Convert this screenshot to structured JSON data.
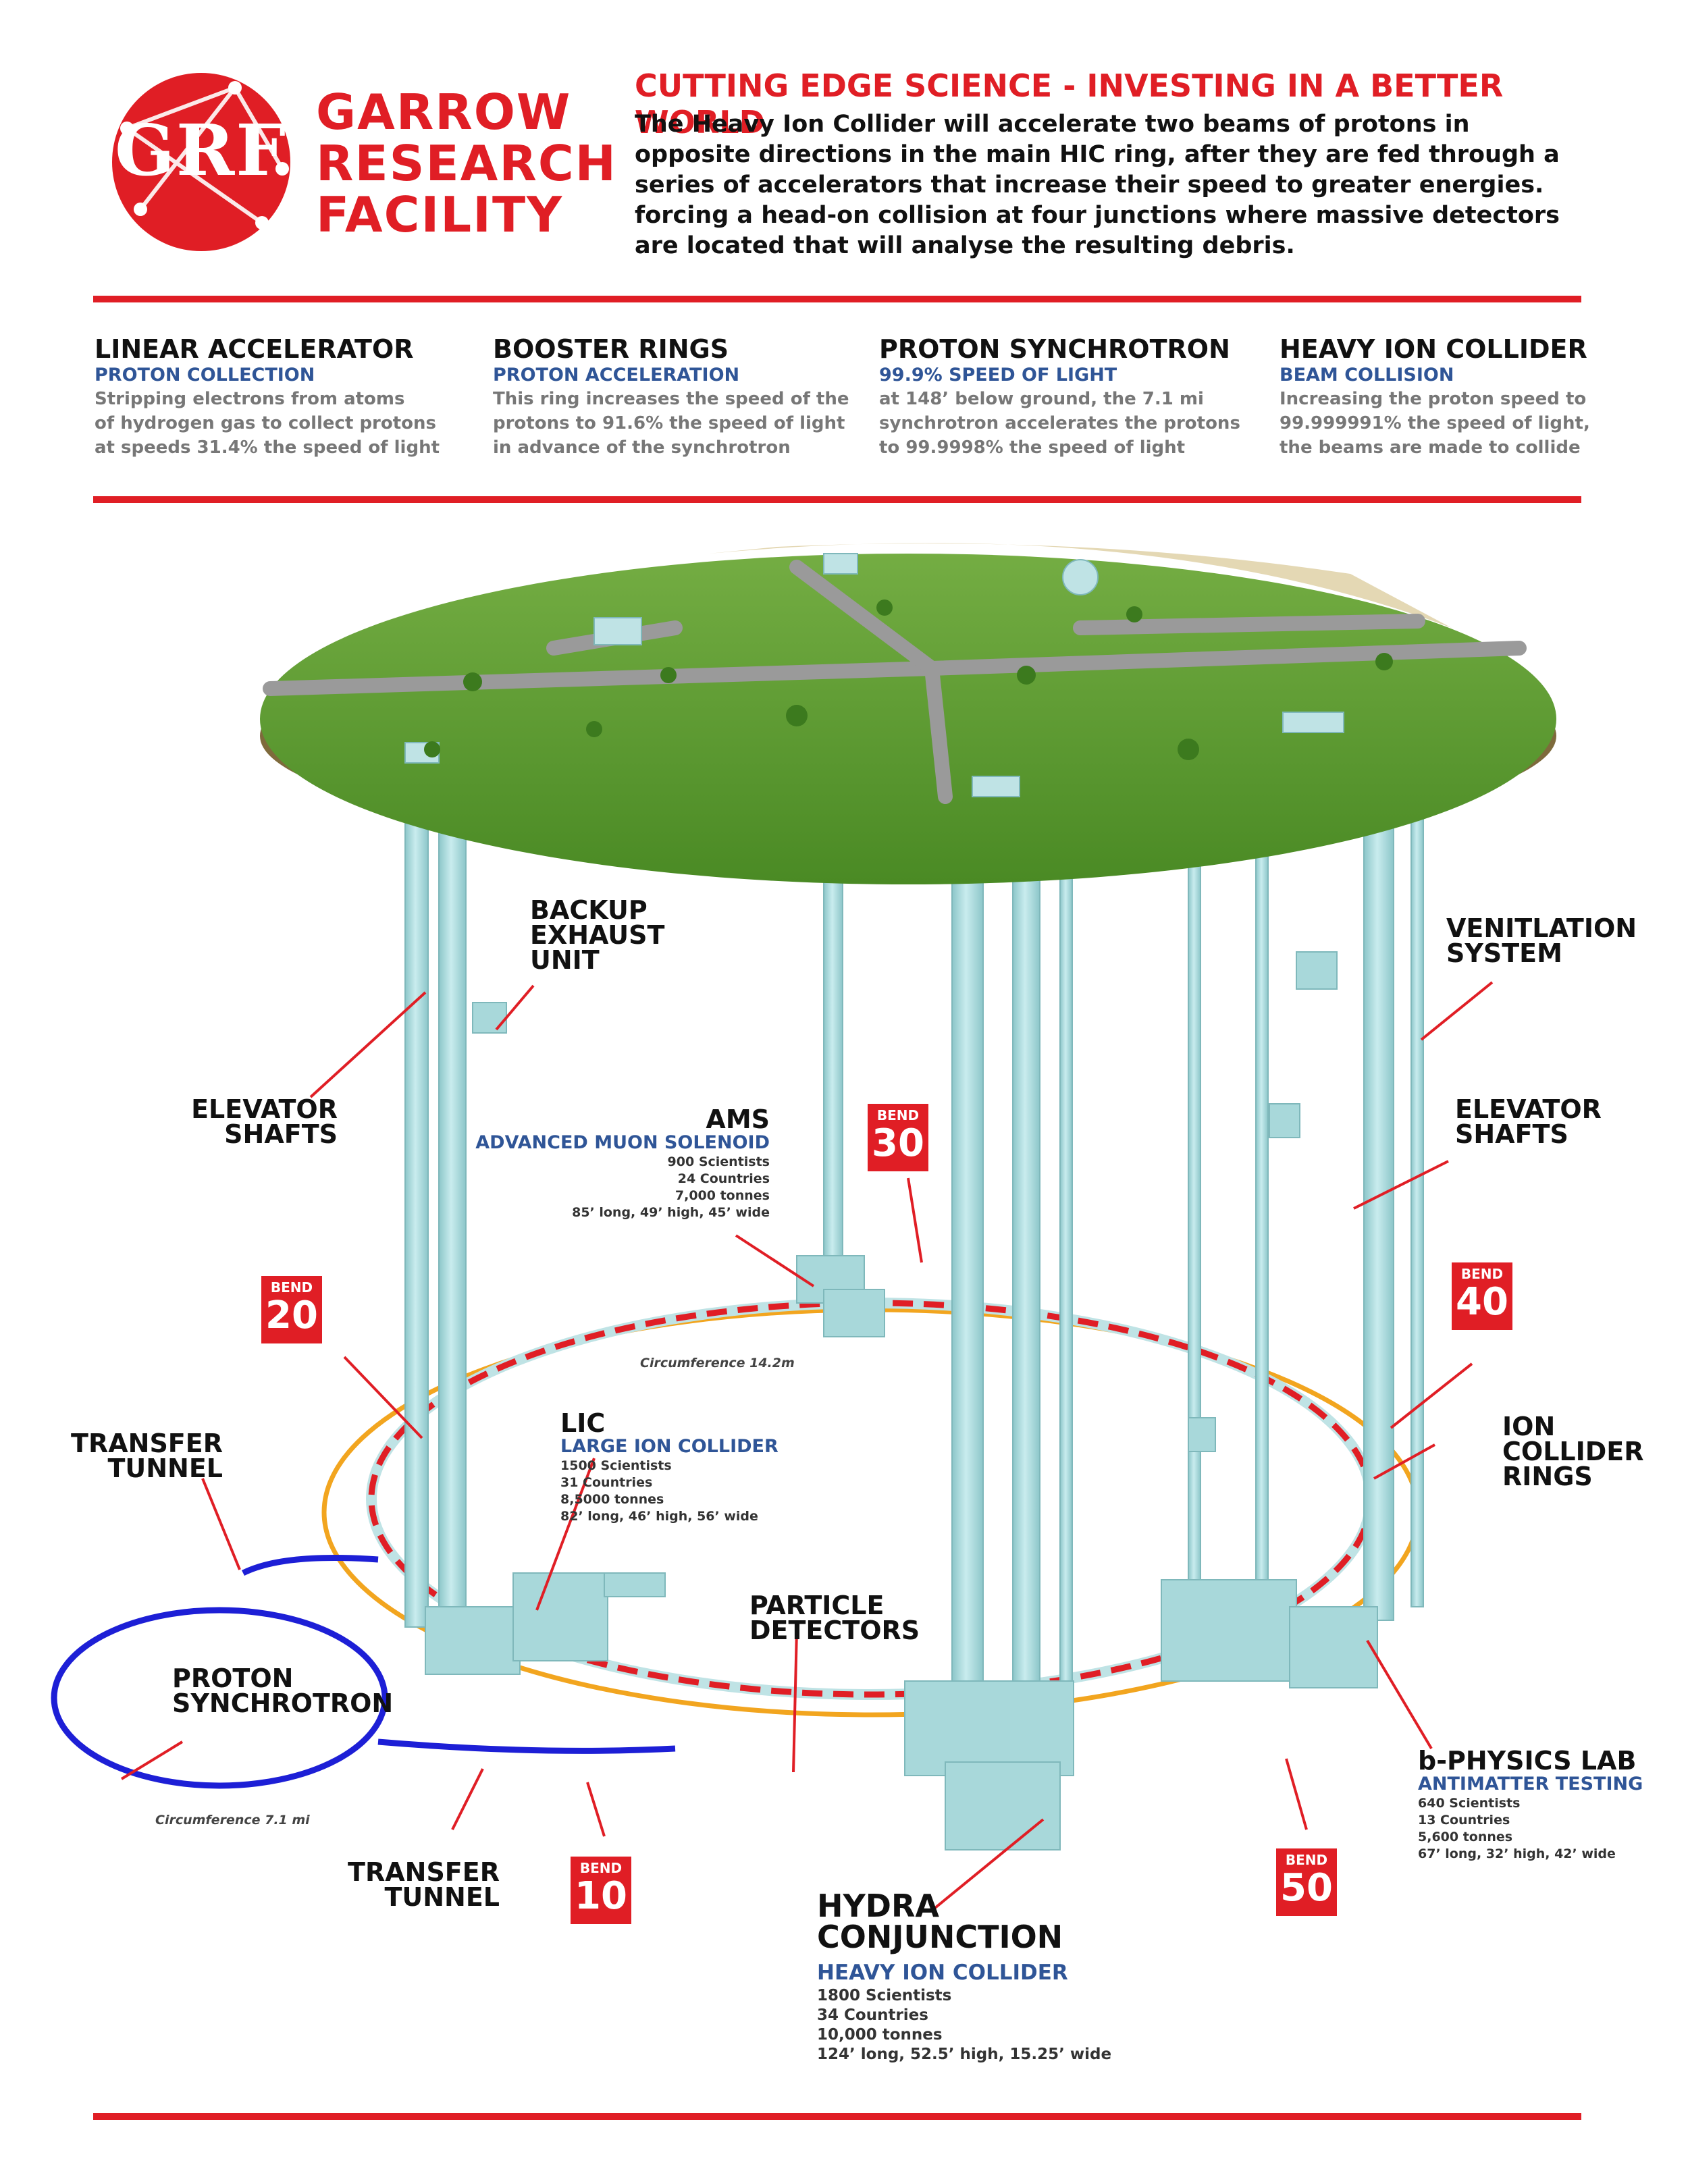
{
  "brand": {
    "logo_letters": "GRF",
    "name": "GARROW\nRESEARCH\nFACILITY",
    "color": "#e01e25"
  },
  "header": {
    "title": "CUTTING EDGE SCIENCE - INVESTING IN A BETTER WORLD",
    "body": "The Heavy Ion Collider will accelerate two beams of protons in opposite directions in the main HIC ring, after they are fed through a series of accelerators that increase their speed to greater energies. forcing a head-on collision at four junctions where massive detectors are located that will analyse the resulting debris."
  },
  "columns": [
    {
      "title": "LINEAR ACCELERATOR",
      "subtitle": "PROTON COLLECTION",
      "text": "Stripping electrons from atoms\nof hydrogen gas to collect protons\nat speeds 31.4% the speed of light"
    },
    {
      "title": "BOOSTER RINGS",
      "subtitle": "PROTON ACCELERATION",
      "text": "This ring increases the speed of the\nprotons to 91.6% the speed of light\nin advance of the synchrotron"
    },
    {
      "title": "PROTON SYNCHROTRON",
      "subtitle": "99.9% SPEED OF LIGHT",
      "text": "at 148’ below ground, the 7.1 mi\nsynchrotron accelerates the protons\nto 99.9998% the speed of light"
    },
    {
      "title": "HEAVY ION COLLIDER",
      "subtitle": "BEAM COLLISION",
      "text": "Increasing the proton speed to\n99.999991% the speed of light,\nthe beams are made to collide"
    }
  ],
  "diagram": {
    "labels": {
      "backup_exhaust": "BACKUP\nEXHAUST\nUNIT",
      "ventilation": "VENITLATION\nSYSTEM",
      "elevator_left": "ELEVATOR\nSHAFTS",
      "elevator_right": "ELEVATOR\nSHAFTS",
      "transfer_tunnel_top": "TRANSFER\nTUNNEL",
      "transfer_tunnel_bottom": "TRANSFER\nTUNNEL",
      "proton_synchrotron": "PROTON\nSYNCHROTRON",
      "particle_detectors": "PARTICLE\nDETECTORS",
      "ion_collider_rings": "ION\nCOLLIDER\nRINGS",
      "circumference_main": "Circumference 14.2m",
      "circumference_sync": "Circumference 7.1 mi"
    },
    "detectors": {
      "ams": {
        "title": "AMS",
        "subtitle": "ADVANCED MUON SOLENOID",
        "stats": "900 Scientists\n24 Countries\n7,000 tonnes\n85’ long, 49’ high, 45’ wide"
      },
      "lic": {
        "title": "LIC",
        "subtitle": "LARGE ION COLLIDER",
        "stats": "1500 Scientists\n31 Countries\n8,5000 tonnes\n82’ long, 46’ high, 56’ wide"
      },
      "bphysics": {
        "title": "b-PHYSICS LAB",
        "subtitle": "ANTIMATTER TESTING",
        "stats": "640 Scientists\n13 Countries\n5,600 tonnes\n67’ long, 32’ high, 42’ wide"
      },
      "hydra": {
        "title": "HYDRA\nCONJUNCTION",
        "subtitle": "HEAVY ION COLLIDER",
        "stats": "1800 Scientists\n34 Countries\n10,000 tonnes\n124’ long, 52.5’ high, 15.25’ wide"
      }
    },
    "bends": [
      {
        "word": "BEND",
        "number": "10"
      },
      {
        "word": "BEND",
        "number": "20"
      },
      {
        "word": "BEND",
        "number": "30"
      },
      {
        "word": "BEND",
        "number": "40"
      },
      {
        "word": "BEND",
        "number": "50"
      }
    ],
    "colors": {
      "accent_red": "#e01e25",
      "label_blue": "#2f5597",
      "pipe": "#a8d8da",
      "orange_ring": "#f2a51f",
      "synchrotron_blue": "#1d1fd6",
      "grass": "#5a9a2e"
    }
  }
}
